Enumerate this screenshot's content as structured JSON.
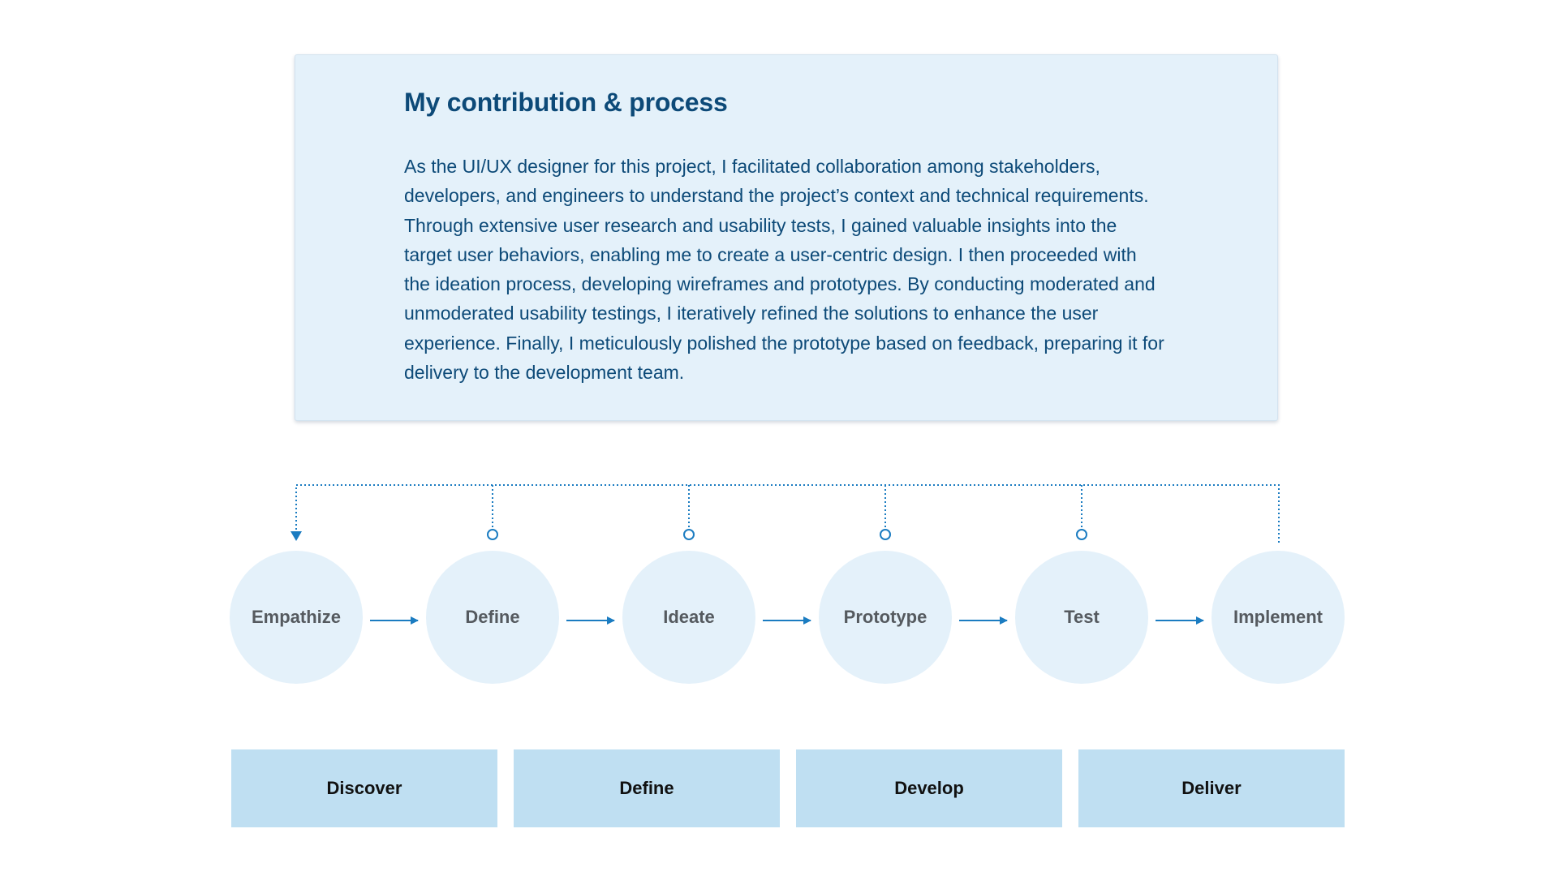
{
  "contribution": {
    "title": "My contribution & process",
    "body": "As the UI/UX designer for this project, I facilitated collaboration among stakeholders, developers, and engineers to understand the project’s context and technical requirements. Through extensive user research and usability tests, I gained valuable insights into the target user behaviors, enabling me to create a user-centric design. I then proceeded with the ideation process, developing wireframes and prototypes. By conducting moderated and unmoderated usability testings, I iteratively refined the solutions to enhance the user experience. Finally, I meticulously polished the prototype based on feedback, preparing it for delivery to the development team."
  },
  "process": {
    "stages": [
      {
        "label": "Empathize"
      },
      {
        "label": "Define"
      },
      {
        "label": "Ideate"
      },
      {
        "label": "Prototype"
      },
      {
        "label": "Test"
      },
      {
        "label": "Implement"
      }
    ],
    "phases": [
      {
        "label": "Discover"
      },
      {
        "label": "Define"
      },
      {
        "label": "Develop"
      },
      {
        "label": "Deliver"
      }
    ]
  },
  "colors": {
    "accent": "#1b7cc1",
    "title_text": "#0d4a78",
    "circle_fill": "#e4f1fa",
    "phase_fill": "#bfdff2",
    "stage_text": "#555a5f"
  }
}
